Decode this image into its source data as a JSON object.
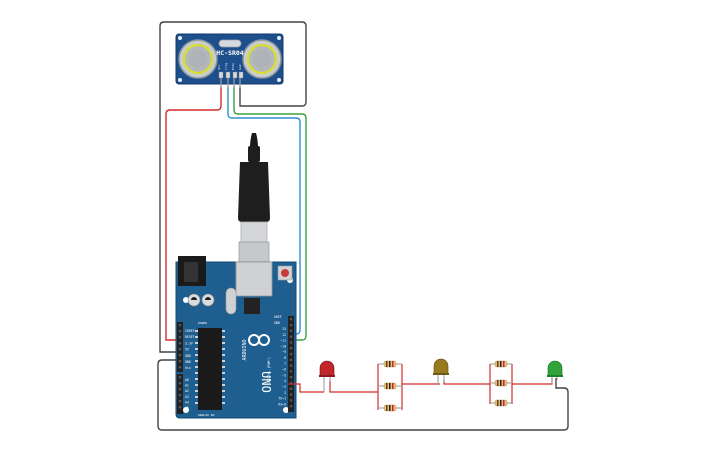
{
  "sensor": {
    "model": "HC-SR04",
    "pins": [
      "Vcc",
      "Trig",
      "Echo",
      "Gnd"
    ]
  },
  "arduino": {
    "brand": "ARDUINO",
    "model": "UNO",
    "header_top": "DIGITAL (PWM~)",
    "aref": "AREF",
    "gnd": "GND",
    "digital_pins": [
      "13",
      "12",
      "~11",
      "~10",
      "~9",
      "8",
      "7",
      "~6",
      "~5",
      "4",
      "~3",
      "2",
      "TX→1",
      "RX←0"
    ],
    "power_pins": [
      "IOREF",
      "RESET",
      "3.3V",
      "5V",
      "GND",
      "GND",
      "Vin"
    ],
    "analog_pins": [
      "A0",
      "A1",
      "A2",
      "A3",
      "A4",
      "A5"
    ],
    "power_label": "POWER",
    "analog_label": "ANALOG IN"
  },
  "leds": [
    {
      "name": "red",
      "color": "#c0262a"
    },
    {
      "name": "yellow",
      "color": "#9a7a1e"
    },
    {
      "name": "green",
      "color": "#2fa43a"
    }
  ],
  "wires": {
    "red": "#d22b2b",
    "black": "#444444",
    "blue": "#2b8fd6",
    "green": "#3aa046"
  }
}
